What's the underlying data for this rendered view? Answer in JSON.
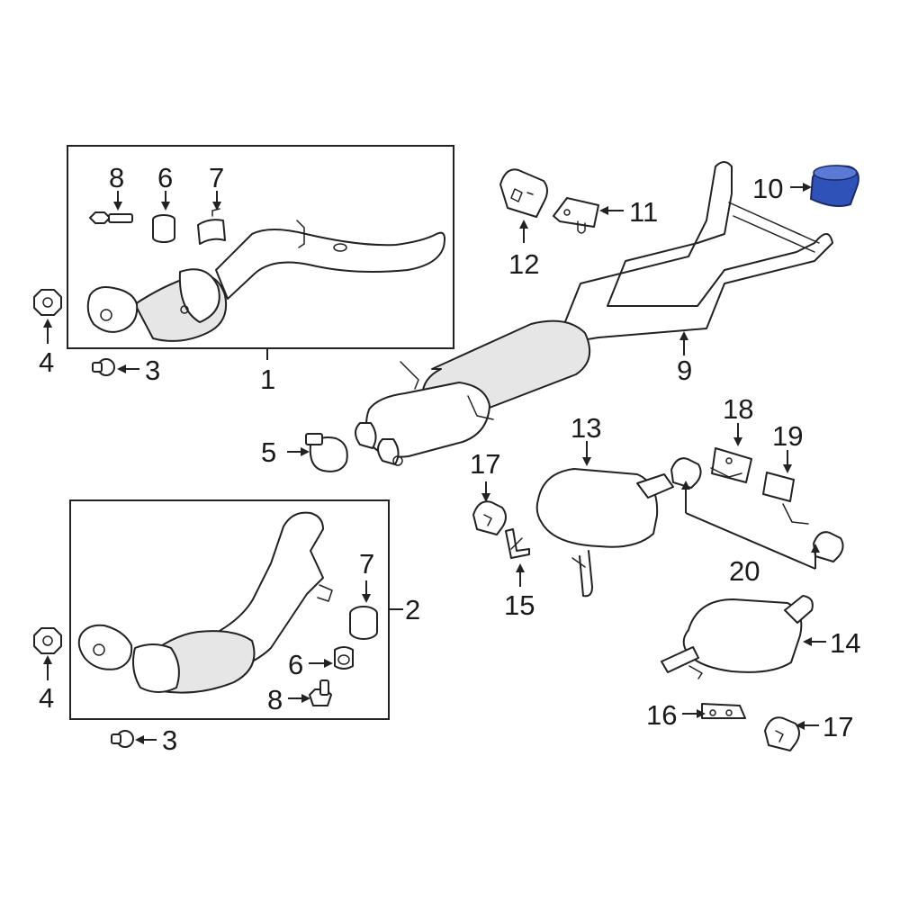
{
  "colors": {
    "line": "#222222",
    "highlight": "#2f52b8",
    "background": "#ffffff"
  },
  "highlighted_part": "10",
  "callouts": {
    "c1": "1",
    "c2": "2",
    "c3a": "3",
    "c3b": "3",
    "c4a": "4",
    "c4b": "4",
    "c5": "5",
    "c6a": "6",
    "c6b": "6",
    "c7a": "7",
    "c7b": "7",
    "c8a": "8",
    "c8b": "8",
    "c9": "9",
    "c10": "10",
    "c11": "11",
    "c12": "12",
    "c13": "13",
    "c14": "14",
    "c15": "15",
    "c16": "16",
    "c17a": "17",
    "c17b": "17",
    "c18": "18",
    "c19": "19",
    "c20": "20"
  }
}
